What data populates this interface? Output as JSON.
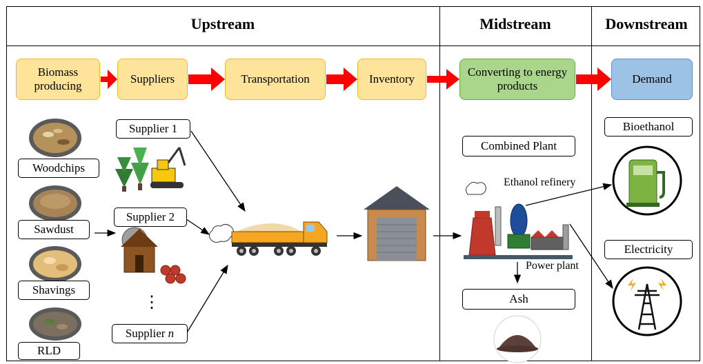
{
  "sections": {
    "upstream": "Upstream",
    "midstream": "Midstream",
    "downstream": "Downstream"
  },
  "stages": [
    {
      "label": "Biomass producing"
    },
    {
      "label": "Suppliers"
    },
    {
      "label": "Transportation"
    },
    {
      "label": "Inventory"
    },
    {
      "label": "Converting to energy products"
    },
    {
      "label": "Demand"
    }
  ],
  "biomass_types": [
    "Woodchips",
    "Sawdust",
    "Shavings",
    "RLD"
  ],
  "suppliers": {
    "s1": "Supplier 1",
    "s2": "Supplier 2",
    "sn_prefix": "Supplier ",
    "sn_var": "n",
    "ellipsis": "⋮"
  },
  "midstream": {
    "combined_plant": "Combined Plant",
    "ethanol_refinery": "Ethanol refinery",
    "power_plant": "Power plant",
    "ash": "Ash"
  },
  "downstream": {
    "bioethanol": "Bioethanol",
    "electricity": "Electricity"
  },
  "colors": {
    "stage_yellow": "#fde49a",
    "stage_green": "#a9d68b",
    "stage_blue": "#9cc2e6",
    "flow_arrow": "#ff0000",
    "truck_orange": "#f5a623"
  }
}
